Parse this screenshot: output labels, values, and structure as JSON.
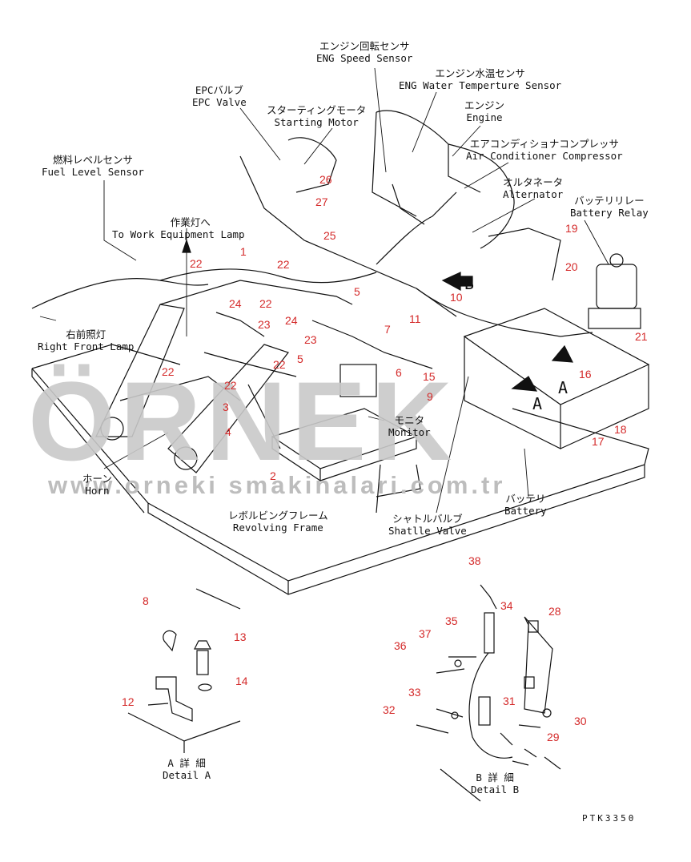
{
  "watermark": {
    "brand": "ÖRNEK",
    "site": "www.orneki smakinalari.com.tr"
  },
  "drawing_code": "PTK3350",
  "labels": {
    "eng_speed": {
      "jp": "エンジン回転センサ",
      "en": "ENG Speed Sensor"
    },
    "eng_water": {
      "jp": "エンジン水温センサ",
      "en": "ENG Water Temperture Sensor"
    },
    "epc_valve": {
      "jp": "EPCバルブ",
      "en": "EPC Valve"
    },
    "starting_motor": {
      "jp": "スターティングモータ",
      "en": "Starting Motor"
    },
    "engine": {
      "jp": "エンジン",
      "en": "Engine"
    },
    "ac_compressor": {
      "jp": "エアコンディショナコンプレッサ",
      "en": "Air Conditioner Compressor"
    },
    "fuel_level": {
      "jp": "燃料レベルセンサ",
      "en": "Fuel Level Sensor"
    },
    "alternator": {
      "jp": "オルタネータ",
      "en": "Alternator"
    },
    "battery_relay": {
      "jp": "バッテリリレー",
      "en": "Battery Relay"
    },
    "work_lamp": {
      "jp": "作業灯へ",
      "en": "To Work Equipment Lamp"
    },
    "right_front_lamp": {
      "jp": "右前照灯",
      "en": "Right Front Lamp"
    },
    "monitor": {
      "jp": "モニタ",
      "en": "Monitor"
    },
    "horn": {
      "jp": "ホーン",
      "en": "Horn"
    },
    "battery": {
      "jp": "バッテリ",
      "en": "Battery"
    },
    "revolving_frame": {
      "jp": "レボルビングフレーム",
      "en": "Revolving Frame"
    },
    "shuttle_valve": {
      "jp": "シャトルバルブ",
      "en": "Shatlle Valve"
    },
    "detail_a": {
      "jp": "A 詳 細",
      "en": "Detail A"
    },
    "detail_b": {
      "jp": "B 詳 細",
      "en": "Detail B"
    },
    "arrow_a1": "A",
    "arrow_a2": "A",
    "arrow_b": "B"
  },
  "part_numbers": [
    "1",
    "2",
    "3",
    "4",
    "5",
    "5",
    "6",
    "7",
    "8",
    "9",
    "10",
    "11",
    "12",
    "13",
    "14",
    "15",
    "16",
    "17",
    "18",
    "19",
    "20",
    "21",
    "22",
    "22",
    "22",
    "22",
    "22",
    "22",
    "23",
    "23",
    "24",
    "24",
    "25",
    "26",
    "27",
    "28",
    "29",
    "30",
    "31",
    "32",
    "33",
    "34",
    "35",
    "36",
    "37",
    "38"
  ]
}
